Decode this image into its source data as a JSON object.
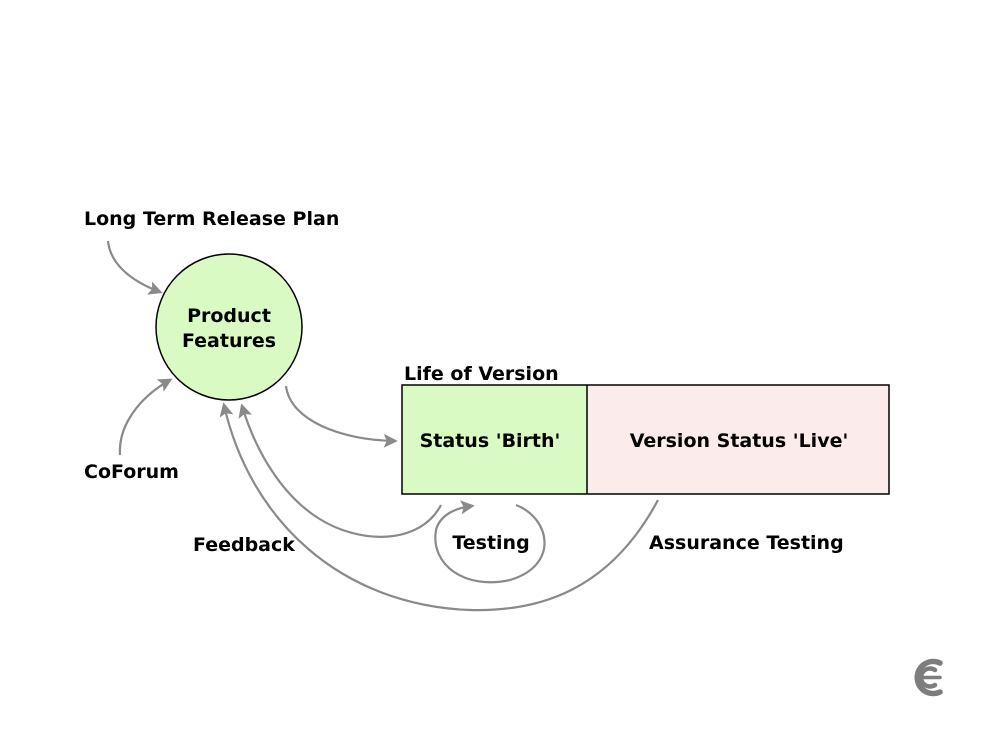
{
  "diagram": {
    "labels": {
      "long_term_release_plan": "Long Term Release Plan",
      "coforum": "CoForum",
      "feedback": "Feedback",
      "testing": "Testing",
      "assurance_testing": "Assurance Testing",
      "life_of_version": "Life of Version"
    },
    "nodes": {
      "product_features_line1": "Product",
      "product_features_line2": "Features",
      "status_birth": "Status 'Birth'",
      "version_status_live": "Version Status 'Live'"
    }
  },
  "colors": {
    "green_fill": "#dafac4",
    "pink_fill": "#fbeceb",
    "arrow_gray": "#8a8a8a",
    "logo_gray": "#7d7d7d",
    "outline": "#000000"
  },
  "logo": {
    "icon": "ce-logo-icon"
  }
}
